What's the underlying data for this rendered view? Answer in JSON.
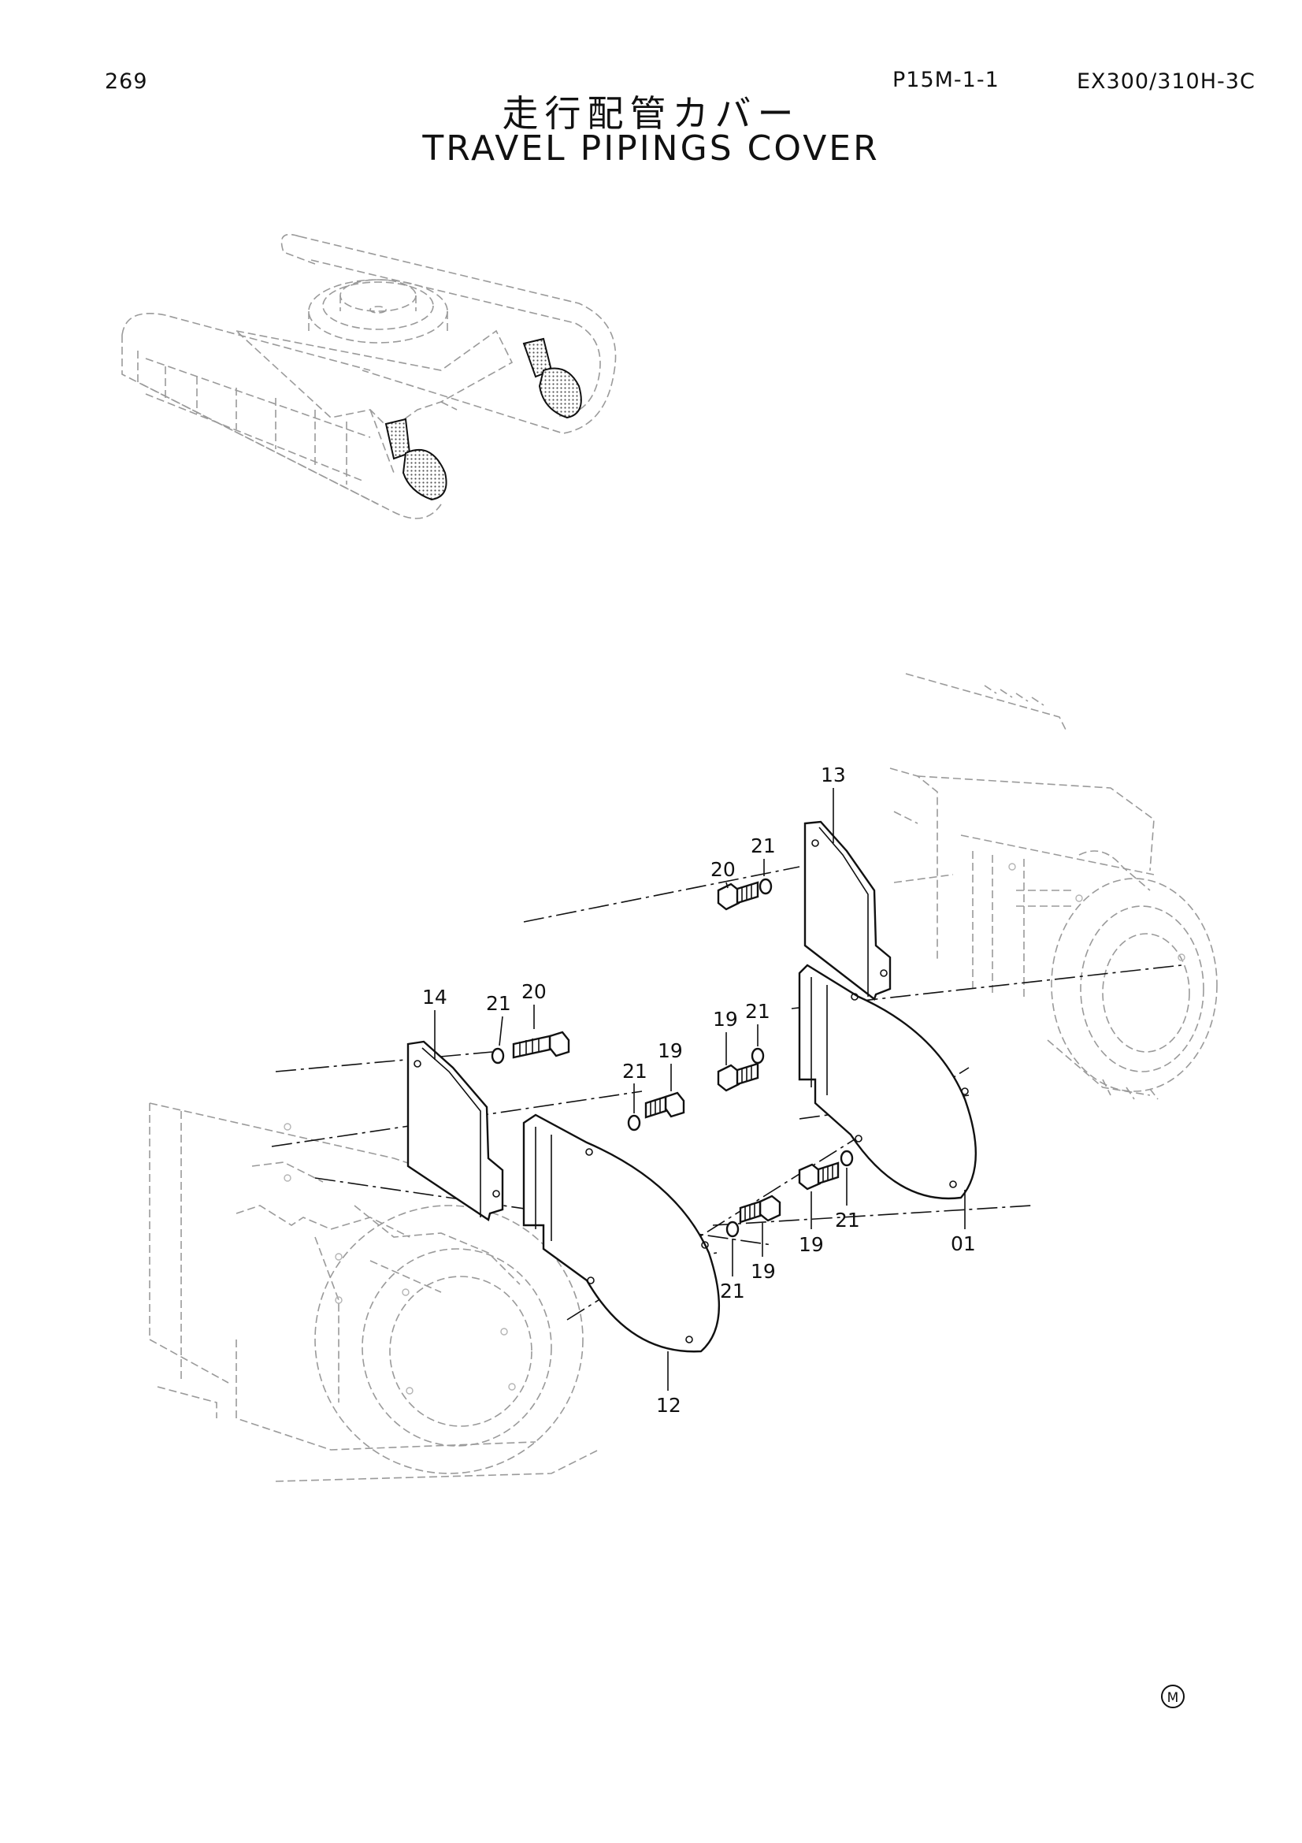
{
  "header": {
    "page_number": "269",
    "page_code": "P15M-1-1",
    "model": "EX300/310H-3C"
  },
  "title": {
    "japanese": "走行配管カバー",
    "english": "TRAVEL PIPINGS COVER"
  },
  "callouts": {
    "c13": "13",
    "c21a": "21",
    "c20a": "20",
    "c14": "14",
    "c21b": "21",
    "c20b": "20",
    "c21c": "21",
    "c19a": "19",
    "c19b": "19",
    "c21d": "21",
    "c21e": "21",
    "c19c": "19",
    "c01": "01",
    "c21f": "21",
    "c19d": "19",
    "c12": "12"
  },
  "footer": {
    "mark": "M"
  }
}
